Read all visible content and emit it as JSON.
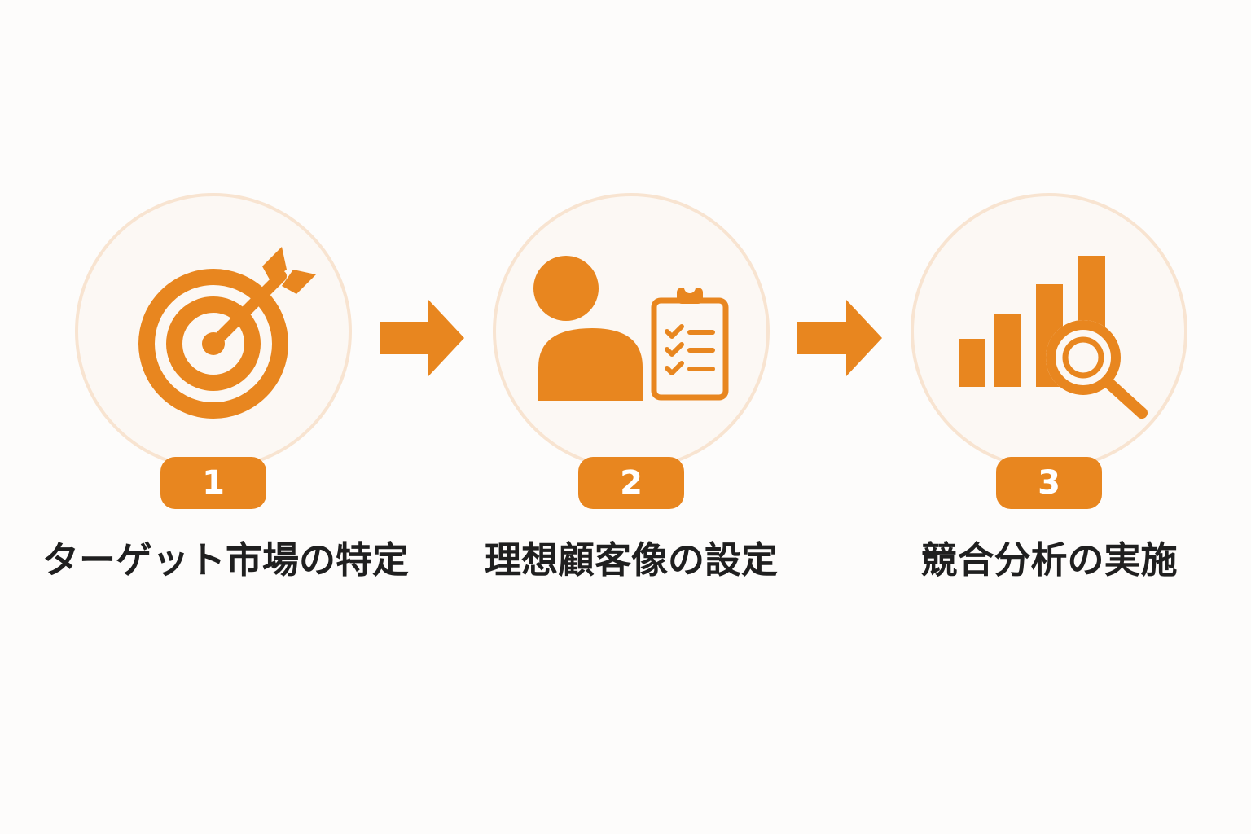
{
  "colors": {
    "accent": "#e8861f",
    "circle_fill": "#fcf8f4",
    "circle_border": "#f8e4d1",
    "text": "#1f1f1f",
    "background": "#fdfcfb"
  },
  "steps": [
    {
      "number": "1",
      "label": "ターゲット市場の特定",
      "icon": "target-arrow-icon"
    },
    {
      "number": "2",
      "label": "理想顧客像の設定",
      "icon": "person-checklist-icon"
    },
    {
      "number": "3",
      "label": "競合分析の実施",
      "icon": "bar-chart-magnifier-icon"
    }
  ],
  "connectors": [
    "arrow-right-icon",
    "arrow-right-icon"
  ]
}
